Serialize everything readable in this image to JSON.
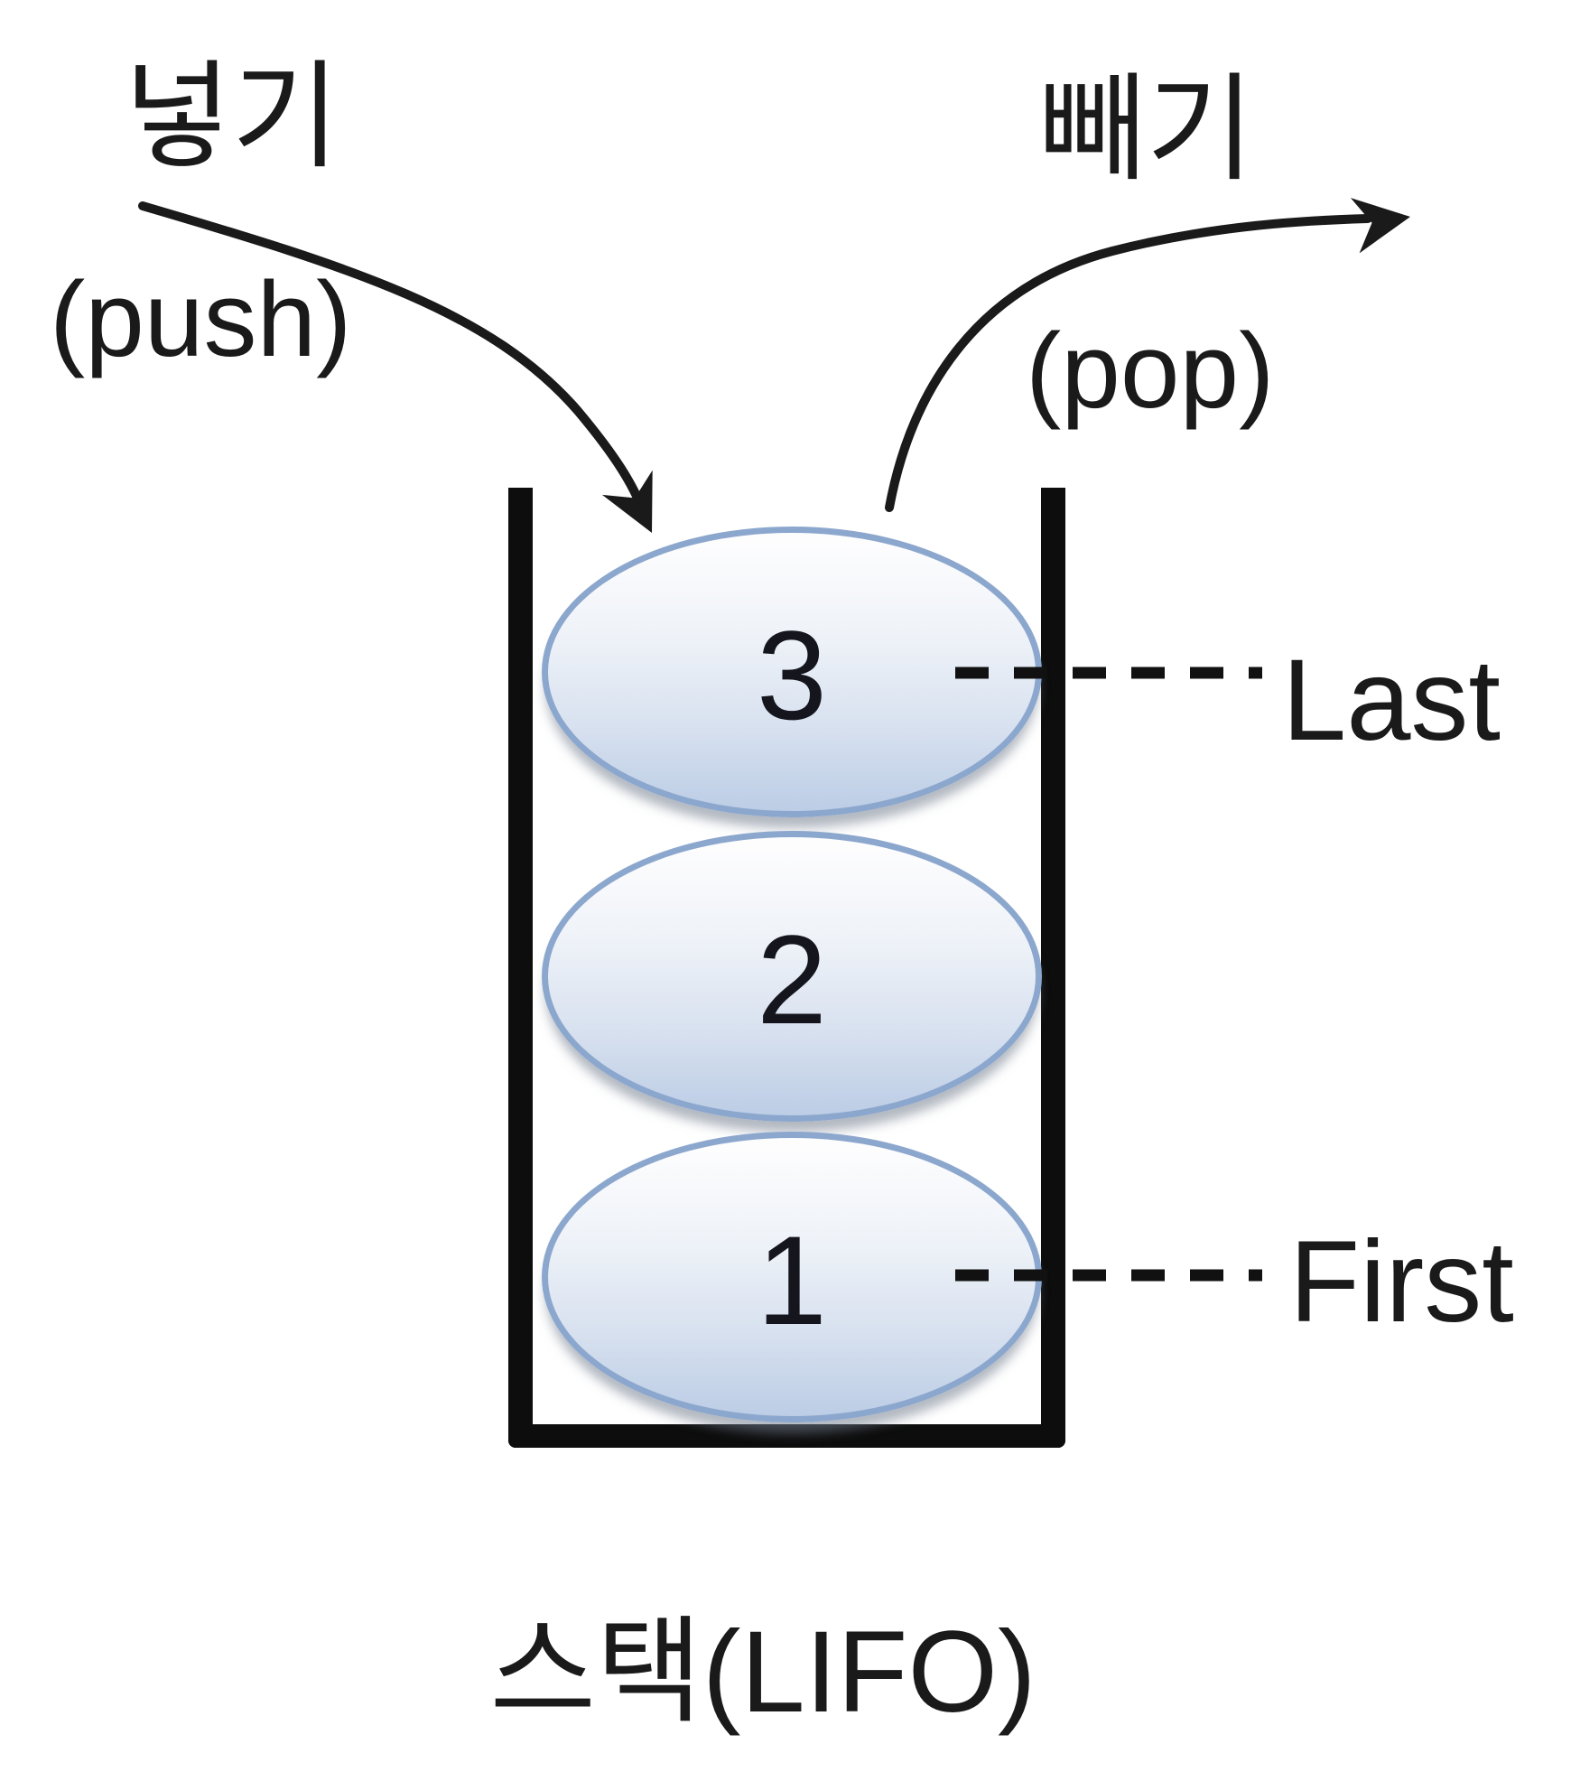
{
  "diagram": {
    "kind": "stack-lifo-diagram",
    "annotations": {
      "push": {
        "ko": "넣기",
        "en": "(push)"
      },
      "pop": {
        "ko": "빼기",
        "en": "(pop)"
      },
      "top_marker": "Last",
      "bottom_marker": "First"
    },
    "stack": {
      "order_top_to_bottom": true,
      "items": [
        {
          "value": "3",
          "marker": "Last"
        },
        {
          "value": "2",
          "marker": ""
        },
        {
          "value": "1",
          "marker": "First"
        }
      ]
    },
    "caption": "스택(LIFO)",
    "icons": {
      "push_arrow": "curved-arrow-down-right-icon",
      "pop_arrow": "curved-arrow-up-right-icon"
    },
    "colors": {
      "ink": "#1a1a1a",
      "wall": "#0d0d0d",
      "ellipse_border": "#8ca7cd",
      "ellipse_fill_top": "#fdfdfe",
      "ellipse_fill_bottom": "#bccde5"
    }
  }
}
